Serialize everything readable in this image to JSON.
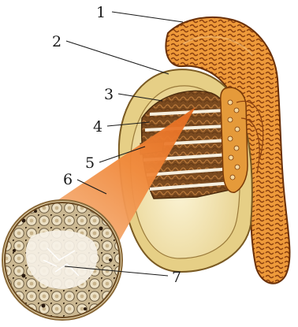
{
  "figure": {
    "labels": [
      "1",
      "2",
      "3",
      "4",
      "5",
      "6",
      "7"
    ]
  },
  "colors": {
    "epididymis": "#e08a2a",
    "lobules": "#7a4a1f",
    "septa": "#f4eee0",
    "tunica": "#e9d9a8",
    "cavity": "#f3e6b8",
    "magnifier": "#f08a3a",
    "tubule": "#d8c8a8"
  }
}
